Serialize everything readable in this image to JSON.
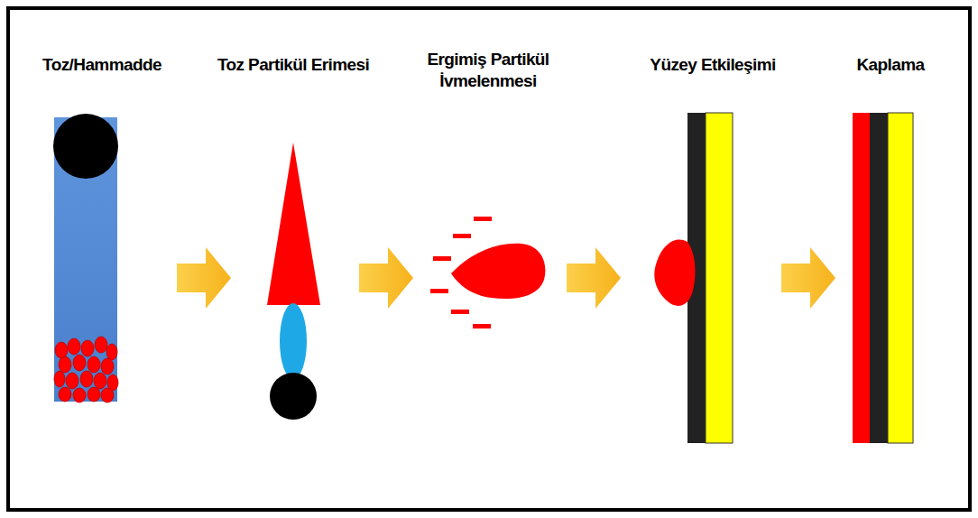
{
  "diagram": {
    "labels": [
      "Toz/Hammadde",
      "Toz Partikül Erimesi",
      "Ergimiş Partikül İvmelenmesi",
      "Yüzey Etkileşimi",
      "Kaplama"
    ]
  }
}
